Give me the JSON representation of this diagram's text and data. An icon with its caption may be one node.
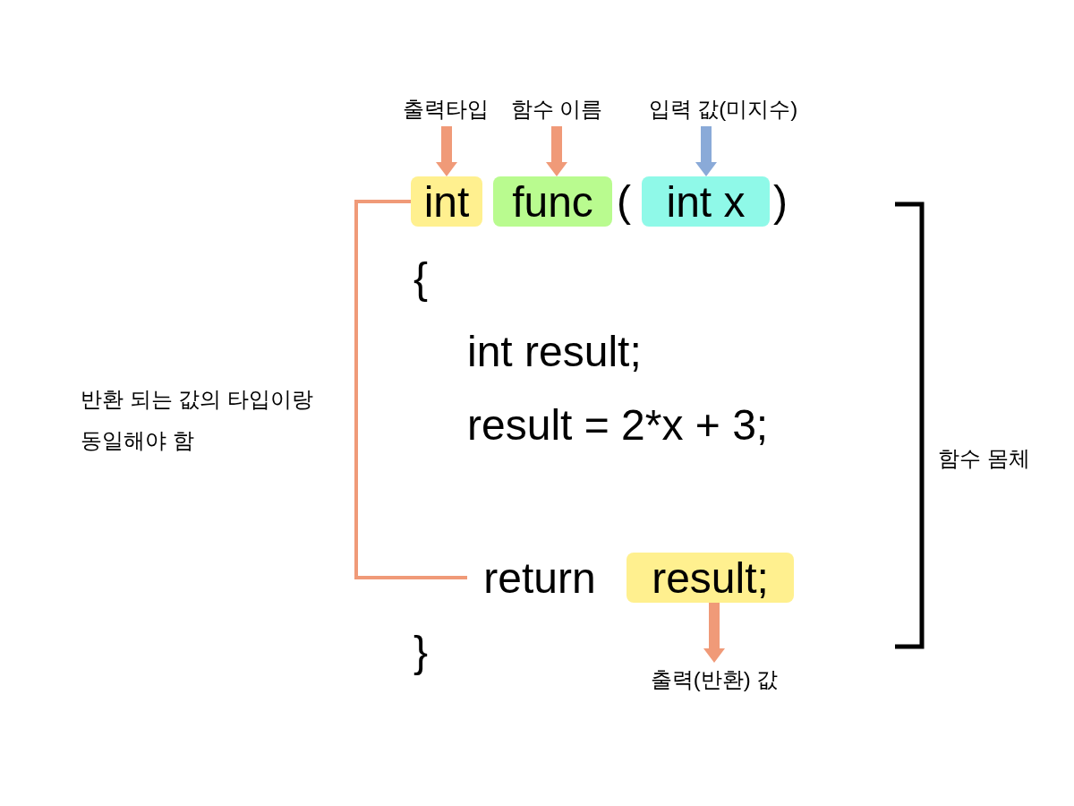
{
  "diagram": {
    "nodes": [
      {
        "text": [
          "출력타입"
        ]
      },
      {
        "text": [
          "함수 이름"
        ]
      },
      {
        "text": [
          "입력 값(미지수)"
        ]
      },
      {
        "text": [
          "int"
        ]
      },
      {
        "text": [
          "func"
        ]
      },
      {
        "text": [
          "int x"
        ]
      },
      {
        "text": [
          "return"
        ]
      },
      {
        "text": [
          "result;"
        ]
      },
      {
        "text": [
          "출력(반환) 값"
        ]
      }
    ],
    "edges": [
      {
        "from": 0,
        "to": 3,
        "arrow": "to"
      },
      {
        "from": 1,
        "to": 4,
        "arrow": "to"
      },
      {
        "from": 2,
        "to": 5,
        "arrow": "to",
        "color": "#8aaad8"
      },
      {
        "from": 3,
        "to": 6,
        "arrow": "none"
      },
      {
        "from": 7,
        "to": 8,
        "arrow": "to"
      }
    ],
    "labels": [
      "(",
      ")",
      "{",
      "int result;",
      "result = 2*x + 3;",
      "}",
      "반환 되는 값의 타입이랑 동일해야 함",
      "함수 몸체"
    ]
  }
}
